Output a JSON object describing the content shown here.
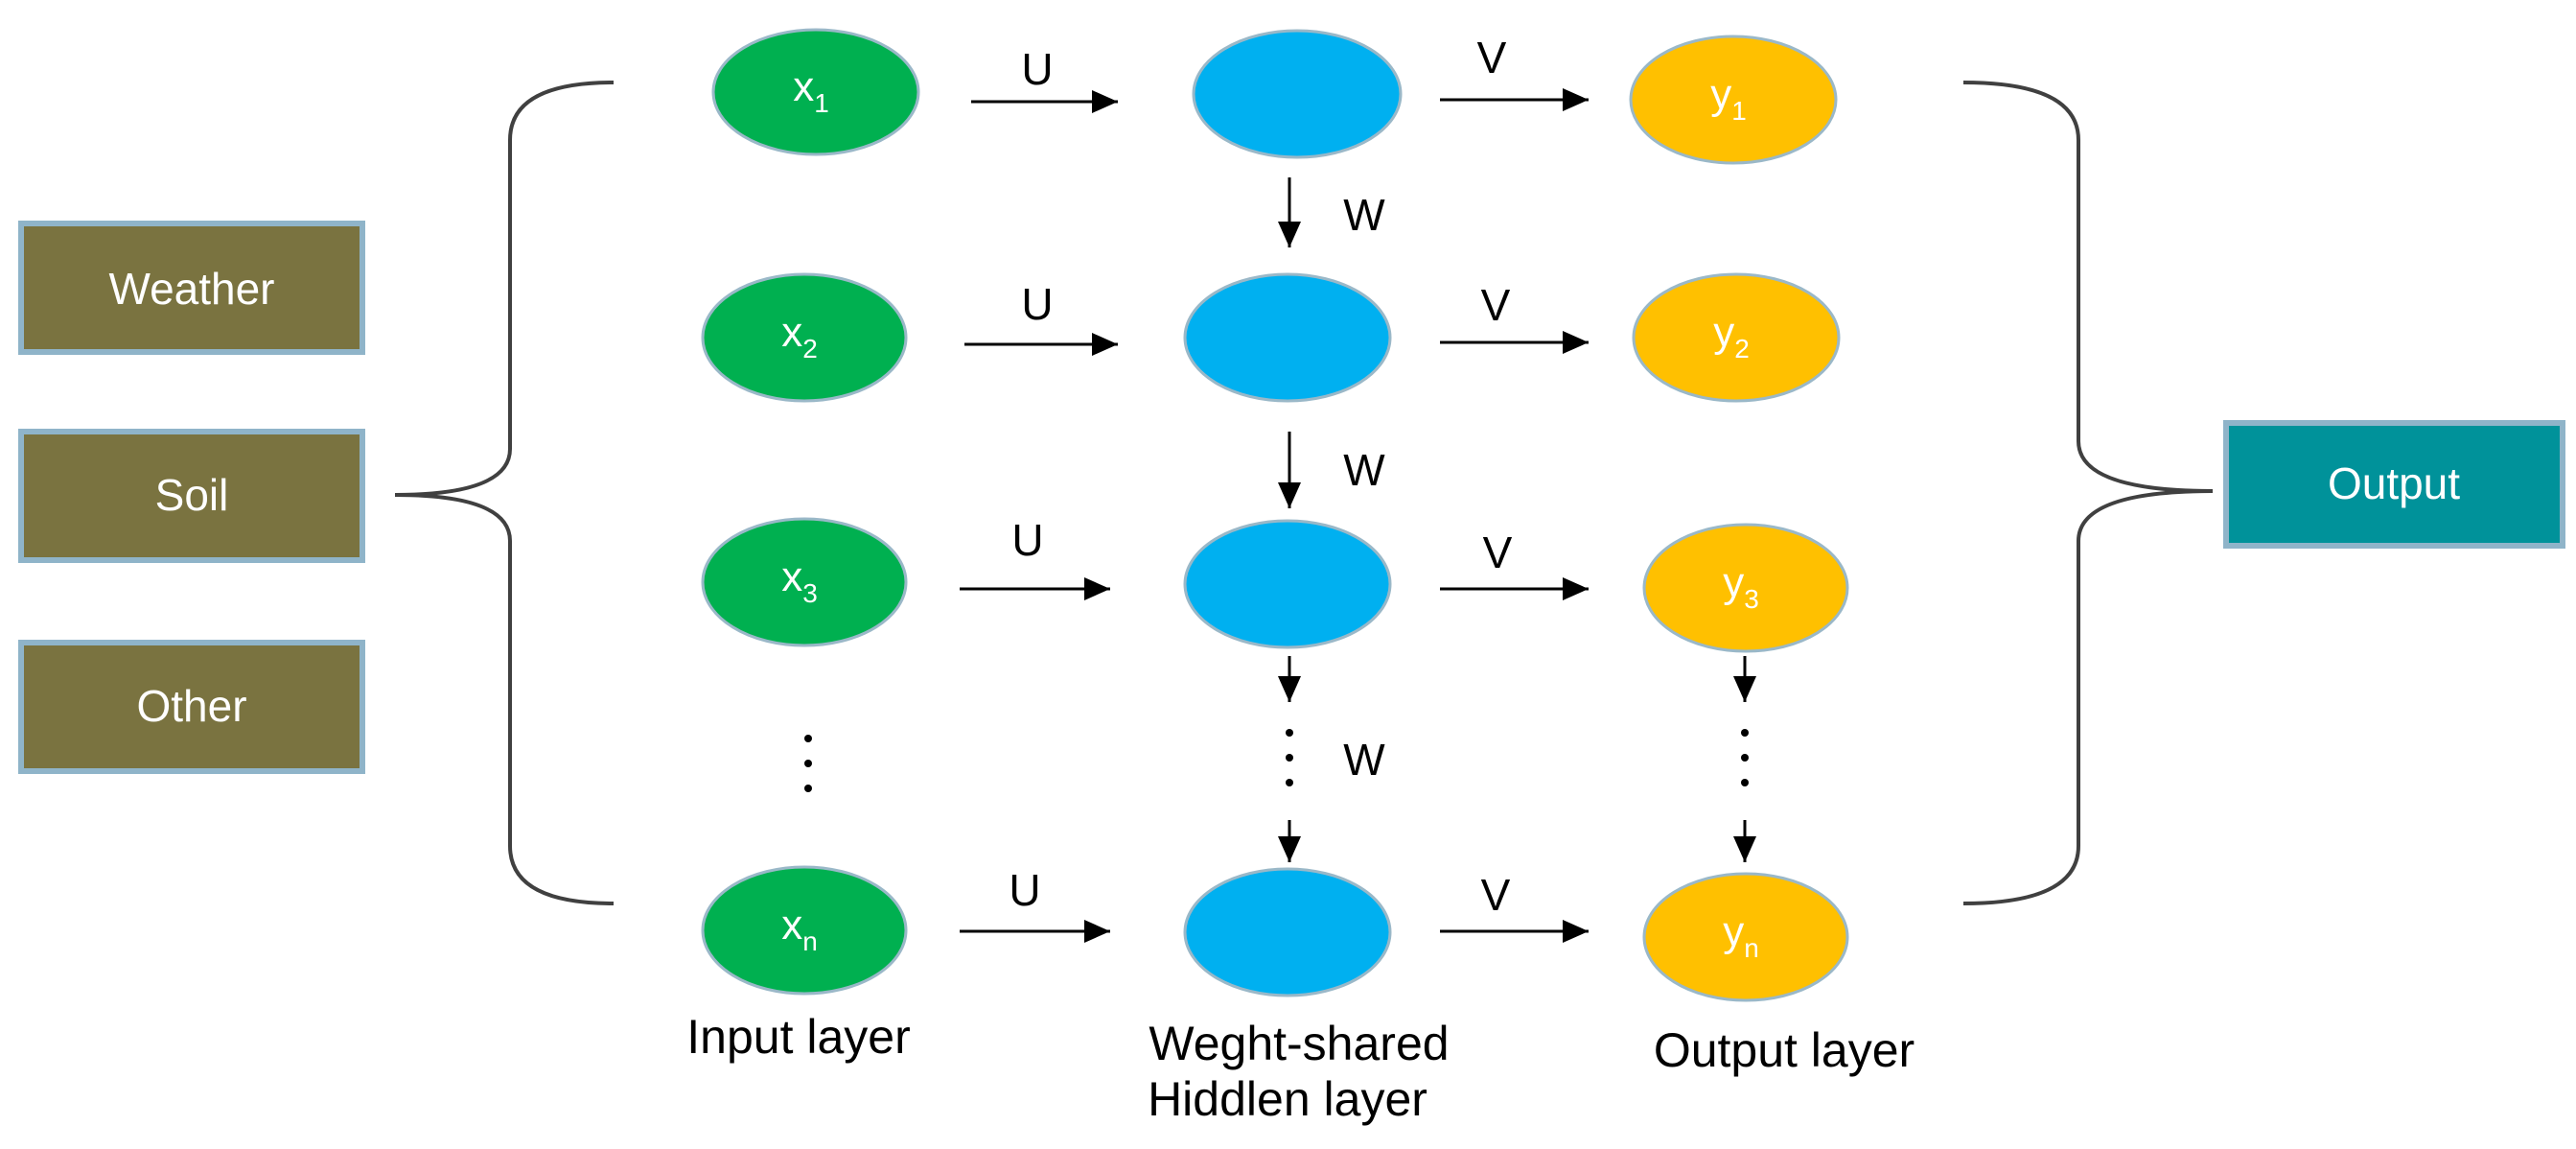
{
  "input_categories": [
    {
      "label": "Weather"
    },
    {
      "label": "Soil"
    },
    {
      "label": "Other"
    }
  ],
  "output_box": {
    "label": "Output"
  },
  "input_nodes": [
    {
      "main": "x",
      "sub": "1"
    },
    {
      "main": "x",
      "sub": "2"
    },
    {
      "main": "x",
      "sub": "3"
    },
    {
      "main": "x",
      "sub": "n"
    }
  ],
  "output_nodes": [
    {
      "main": "y",
      "sub": "1"
    },
    {
      "main": "y",
      "sub": "2"
    },
    {
      "main": "y",
      "sub": "3"
    },
    {
      "main": "y",
      "sub": "n"
    }
  ],
  "edge_labels": {
    "input_to_hidden": "U",
    "hidden_to_output": "V",
    "hidden_to_hidden": "W"
  },
  "layer_labels": {
    "input": "Input layer",
    "hidden_line1": "Weght-shared",
    "hidden_line2": "Hiddlen layer",
    "output": "Output layer"
  },
  "colors": {
    "input_node": "#00b050",
    "hidden_node": "#00b0f0",
    "output_node": "#ffc000",
    "category_box": "#7a7340",
    "category_border": "#8fb4c9",
    "output_box": "#00929a",
    "output_border": "#8fb4c9"
  }
}
